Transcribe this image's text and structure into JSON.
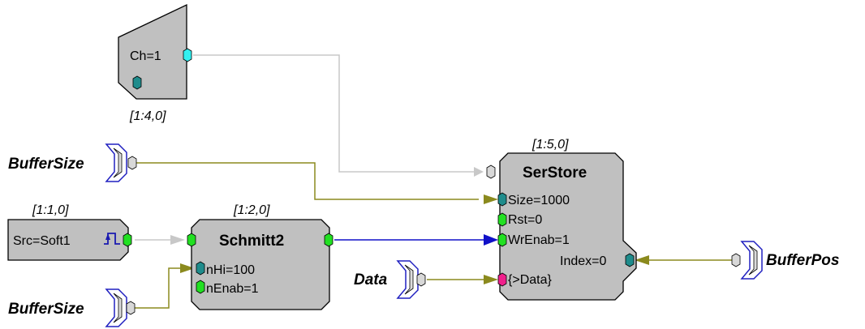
{
  "components": {
    "channel": {
      "label": "Ch=1",
      "coord": "[1:4,0]"
    },
    "source": {
      "label": "Src=Soft1",
      "coord": "[1:1,0]"
    },
    "schmitt": {
      "title": "Schmitt2",
      "coord": "[1:2,0]",
      "port_hi": "nHi=100",
      "port_enab": "nEnab=1"
    },
    "serstore": {
      "title": "SerStore",
      "coord": "[1:5,0]",
      "port_size": "Size=1000",
      "port_rst": "Rst=0",
      "port_wrenab": "WrEnab=1",
      "port_data": "{>Data}",
      "port_index": "Index=0"
    }
  },
  "tags": {
    "buffer_size_top": "BufferSize",
    "buffer_size_bottom": "BufferSize",
    "data": "Data",
    "buffer_pos": "BufferPos"
  },
  "colors": {
    "block_fill": "#c0c0c0",
    "wire_gray": "#c8c8c8",
    "wire_olive": "#8b8a1e",
    "wire_blue": "#1010c8",
    "port_green": "#22e022",
    "port_teal": "#1f8c8c",
    "port_cyan": "#33f0f0",
    "port_magenta": "#f0208c",
    "tag_border": "#2020c0"
  }
}
